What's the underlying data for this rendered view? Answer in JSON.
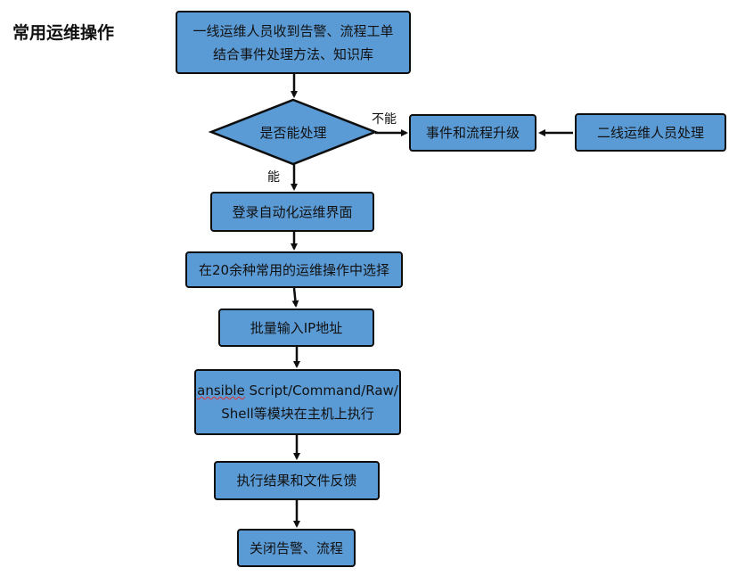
{
  "title": "常用运维操作",
  "nodes": {
    "receive_alert_line1": "一线运维人员收到告警、流程工单",
    "receive_alert_line2": "结合事件处理方法、知识库",
    "can_handle": "是否能处理",
    "escalate": "事件和流程升级",
    "second_line": "二线运维人员处理",
    "login": "登录自动化运维界面",
    "choose_operation": "在20余种常用的运维操作中选择",
    "batch_ip": "批量输入IP地址",
    "execute_line1_word": "ansible",
    "execute_line1_rest": " Script/Command/Raw/",
    "execute_line2": "Shell等模块在主机上执行",
    "feedback": "执行结果和文件反馈",
    "close": "关闭告警、流程"
  },
  "edge_labels": {
    "no": "不能",
    "yes": "能"
  },
  "colors": {
    "node_fill": "#5b9bd5",
    "node_border": "#0d0d0d",
    "arrow": "#0d0d0d"
  }
}
